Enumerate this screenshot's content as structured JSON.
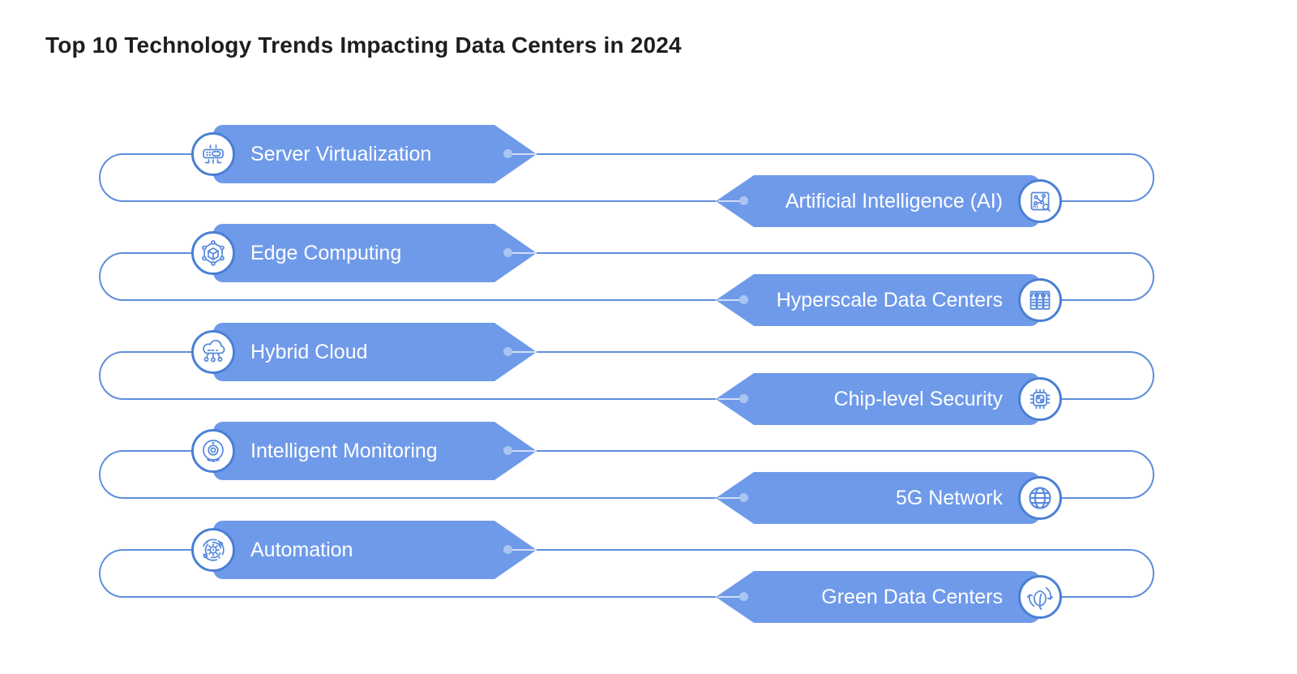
{
  "title": "Top 10 Technology Trends Impacting Data Centers in 2024",
  "colors": {
    "banner": "#6f9ae9",
    "banner_text": "#ffffff",
    "line": "#5f8edb",
    "icon_stroke": "#5587dc",
    "icon_ring": "#4a7fd4",
    "dot": "#a9c6f3",
    "tip_line": "#cfdef8",
    "title_text": "#1e1e1e",
    "background": "#ffffff"
  },
  "trends": [
    {
      "label": "Server Virtualization",
      "side": "left",
      "icon": "server-virtualization-icon"
    },
    {
      "label": "Artificial Intelligence (AI)",
      "side": "right",
      "icon": "artificial-intelligence-icon"
    },
    {
      "label": "Edge Computing",
      "side": "left",
      "icon": "edge-computing-icon"
    },
    {
      "label": "Hyperscale Data Centers",
      "side": "right",
      "icon": "hyperscale-data-centers-icon"
    },
    {
      "label": "Hybrid Cloud",
      "side": "left",
      "icon": "hybrid-cloud-icon"
    },
    {
      "label": "Chip-level Security",
      "side": "right",
      "icon": "chip-level-security-icon"
    },
    {
      "label": "Intelligent Monitoring",
      "side": "left",
      "icon": "intelligent-monitoring-icon"
    },
    {
      "label": "5G Network",
      "side": "right",
      "icon": "5g-network-icon"
    },
    {
      "label": "Automation",
      "side": "left",
      "icon": "automation-icon"
    },
    {
      "label": "Green Data Centers",
      "side": "right",
      "icon": "green-data-centers-icon"
    }
  ],
  "ai_icon_text": "AI"
}
